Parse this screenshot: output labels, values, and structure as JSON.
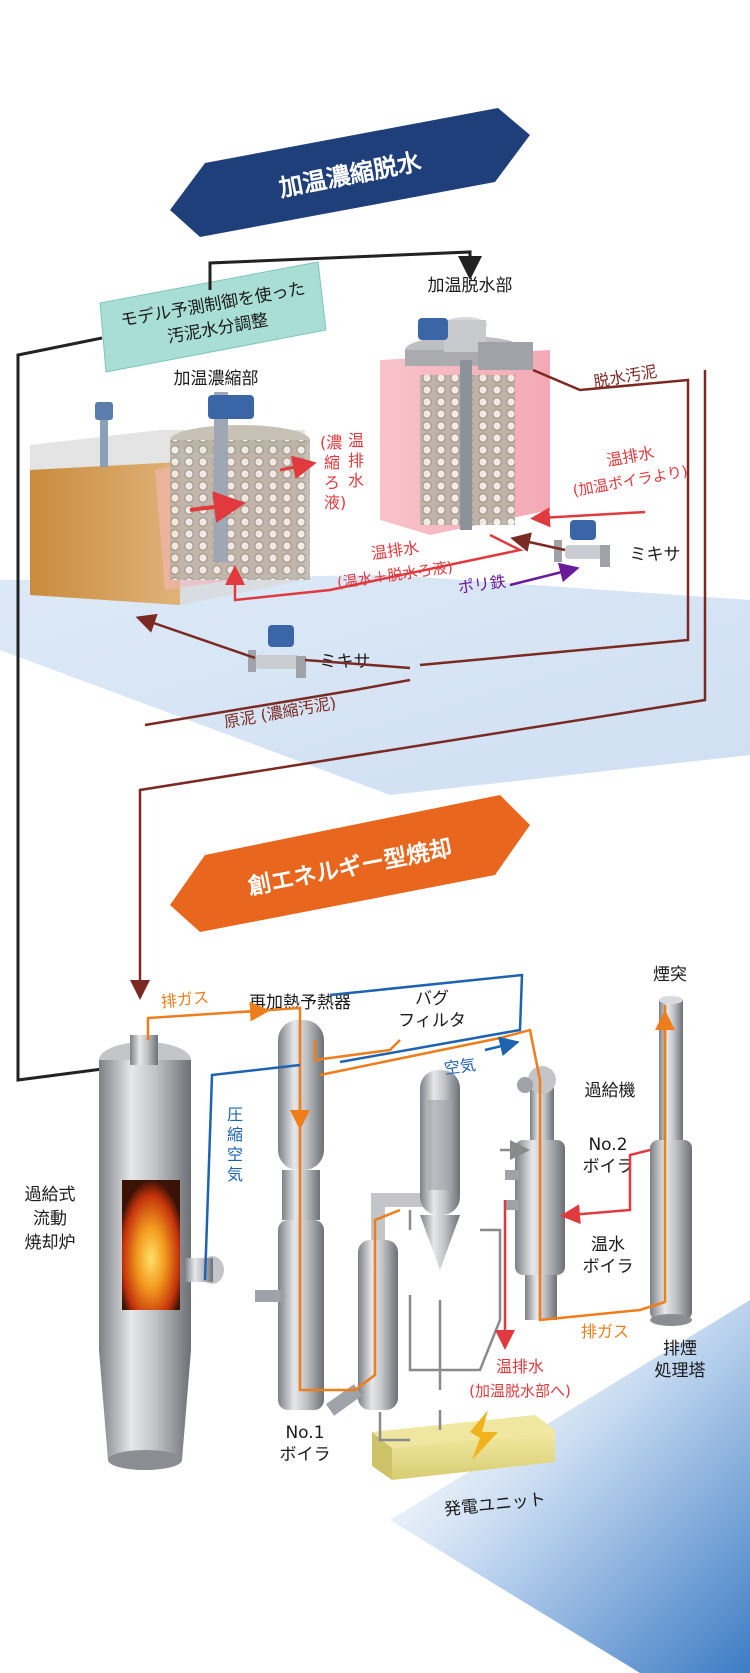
{
  "banners": {
    "top": "加温濃縮脱水",
    "bottom": "創エネルギー型焼却"
  },
  "colors": {
    "navy_banner": "#1f3f7a",
    "orange_banner": "#e8661e",
    "control_box": "#a8ded6",
    "sludge_line": "#7a2a22",
    "warm_water": "#e03a3e",
    "exhaust_gas": "#ee7d1c",
    "air": "#1e63b0",
    "polyferric": "#6a1b9a"
  },
  "top_section": {
    "control_box": [
      "モデル予測制御を使った",
      "汚泥水分調整"
    ],
    "concentration_unit": "加温濃縮部",
    "dewatering_unit": "加温脱水部",
    "dewatered_sludge": "脱水汚泥",
    "warm_effluent_filtrate": [
      "温",
      "排",
      "水",
      "(濃",
      "縮",
      "ろ",
      "液)"
    ],
    "warm_effluent_boiler": [
      "温排水",
      "(加温ボイラより)"
    ],
    "warm_effluent_mix": [
      "温排水",
      "(温水＋脱水ろ液)"
    ],
    "polyferric": "ポリ鉄",
    "mixer_1": "ミキサ",
    "mixer_2": "ミキサ",
    "raw_sludge": "原泥 (濃縮汚泥)"
  },
  "bottom_section": {
    "reheat_preheater": "再加熱予熱器",
    "bag_filter": [
      "バグ",
      "フィルタ"
    ],
    "chimney": "煙突",
    "exhaust_gas_1": "排ガス",
    "exhaust_gas_2": "排ガス",
    "air": "空気",
    "compressed_air": [
      "圧",
      "縮",
      "空",
      "気"
    ],
    "supercharger": "過給機",
    "no2_boiler": [
      "No.2",
      "ボイラ"
    ],
    "warm_water_boiler": [
      "温水",
      "ボイラ"
    ],
    "furnace": [
      "過給式",
      "流動",
      "焼却炉"
    ],
    "no1_boiler": [
      "No.1",
      "ボイラ"
    ],
    "warm_effluent_out": [
      "温排水",
      "(加温脱水部へ)"
    ],
    "power_unit": "発電ユニット",
    "flue_gas_tower": [
      "排煙",
      "処理塔"
    ]
  }
}
